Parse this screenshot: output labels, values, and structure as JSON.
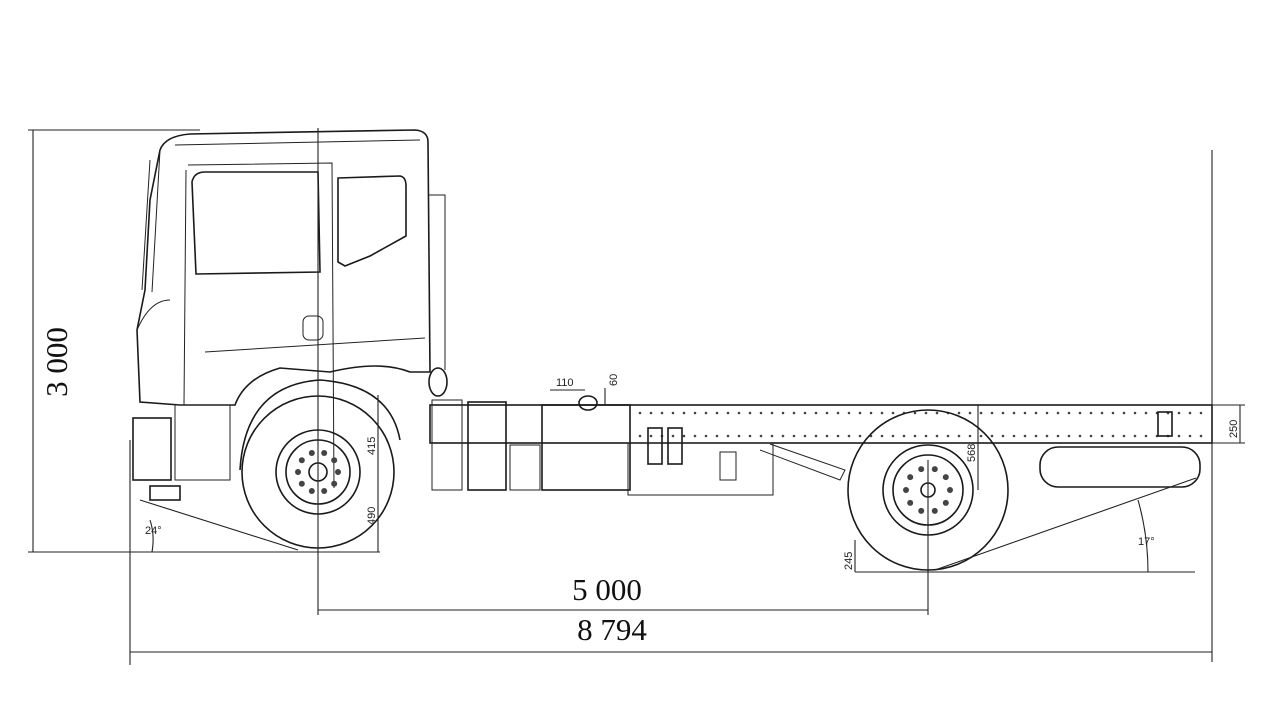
{
  "dimensions": {
    "overall_height": "3 000",
    "wheelbase": "5 000",
    "overall_length": "8 794",
    "approach_angle": "24°",
    "departure_angle": "17°",
    "front_axle_to_frame": "415",
    "front_wheel_radius": "490",
    "tank_cap_offset": "110",
    "tank_cap_height": "60",
    "rear_axle_to_frame": "568",
    "rear_ground_clearance": "245",
    "frame_height": "250"
  },
  "colors": {
    "line": "#1a1a1a",
    "background": "#ffffff"
  }
}
